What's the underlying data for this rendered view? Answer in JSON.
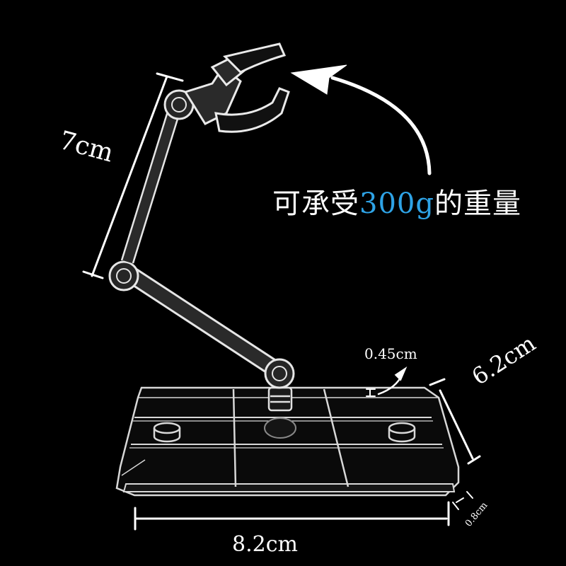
{
  "product": {
    "name": "clear action figure display stand"
  },
  "caption": {
    "prefix": "可承受",
    "highlight": "300g",
    "suffix": "的重量",
    "highlight_color": "#2ea3e6",
    "text_color": "#ffffff"
  },
  "dimensions": {
    "arm_length": "7cm",
    "base_thickness_plate": "0.45cm",
    "base_depth": "6.2cm",
    "base_width": "8.2cm",
    "base_height": "0.8cm"
  },
  "colors": {
    "background": "#000000",
    "annotation": "#ffffff",
    "plastic": "#e8e8e8"
  }
}
